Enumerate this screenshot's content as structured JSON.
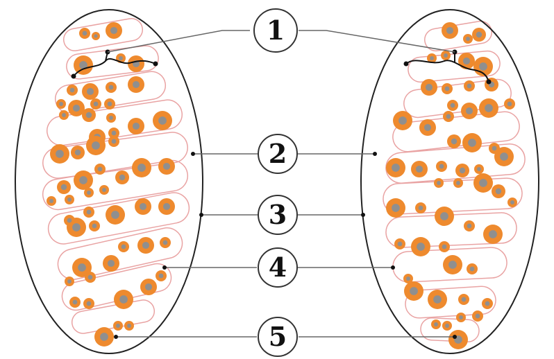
{
  "colors": {
    "outline": "#222222",
    "crista": "#e9a3a3",
    "particle_fill": "#ee8a2e",
    "particle_core": "#8f8f8f",
    "leader": "#666666"
  },
  "labels": [
    {
      "id": "1",
      "text": "1"
    },
    {
      "id": "2",
      "text": "2"
    },
    {
      "id": "3",
      "text": "3"
    },
    {
      "id": "4",
      "text": "4"
    },
    {
      "id": "5",
      "text": "5"
    }
  ]
}
